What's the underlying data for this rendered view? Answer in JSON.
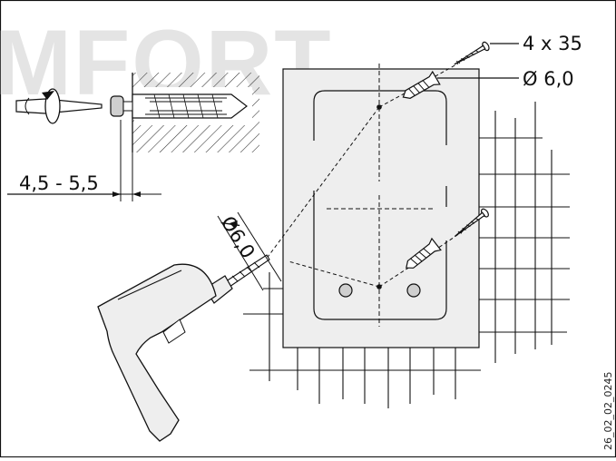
{
  "watermark": "MFORT",
  "labels": {
    "screw_spec": "4 x 35",
    "dowel_diameter": "Ø 6,0",
    "screw_depth": "4,5 - 5,5",
    "drill_diameter": "Ø6,0"
  },
  "figure_code": "26_02_02_0245",
  "colors": {
    "line": "#111111",
    "panel_fill": "#eeeeee",
    "hatch_fill": "#f2f2f2",
    "watermark": "#e4e4e4"
  }
}
